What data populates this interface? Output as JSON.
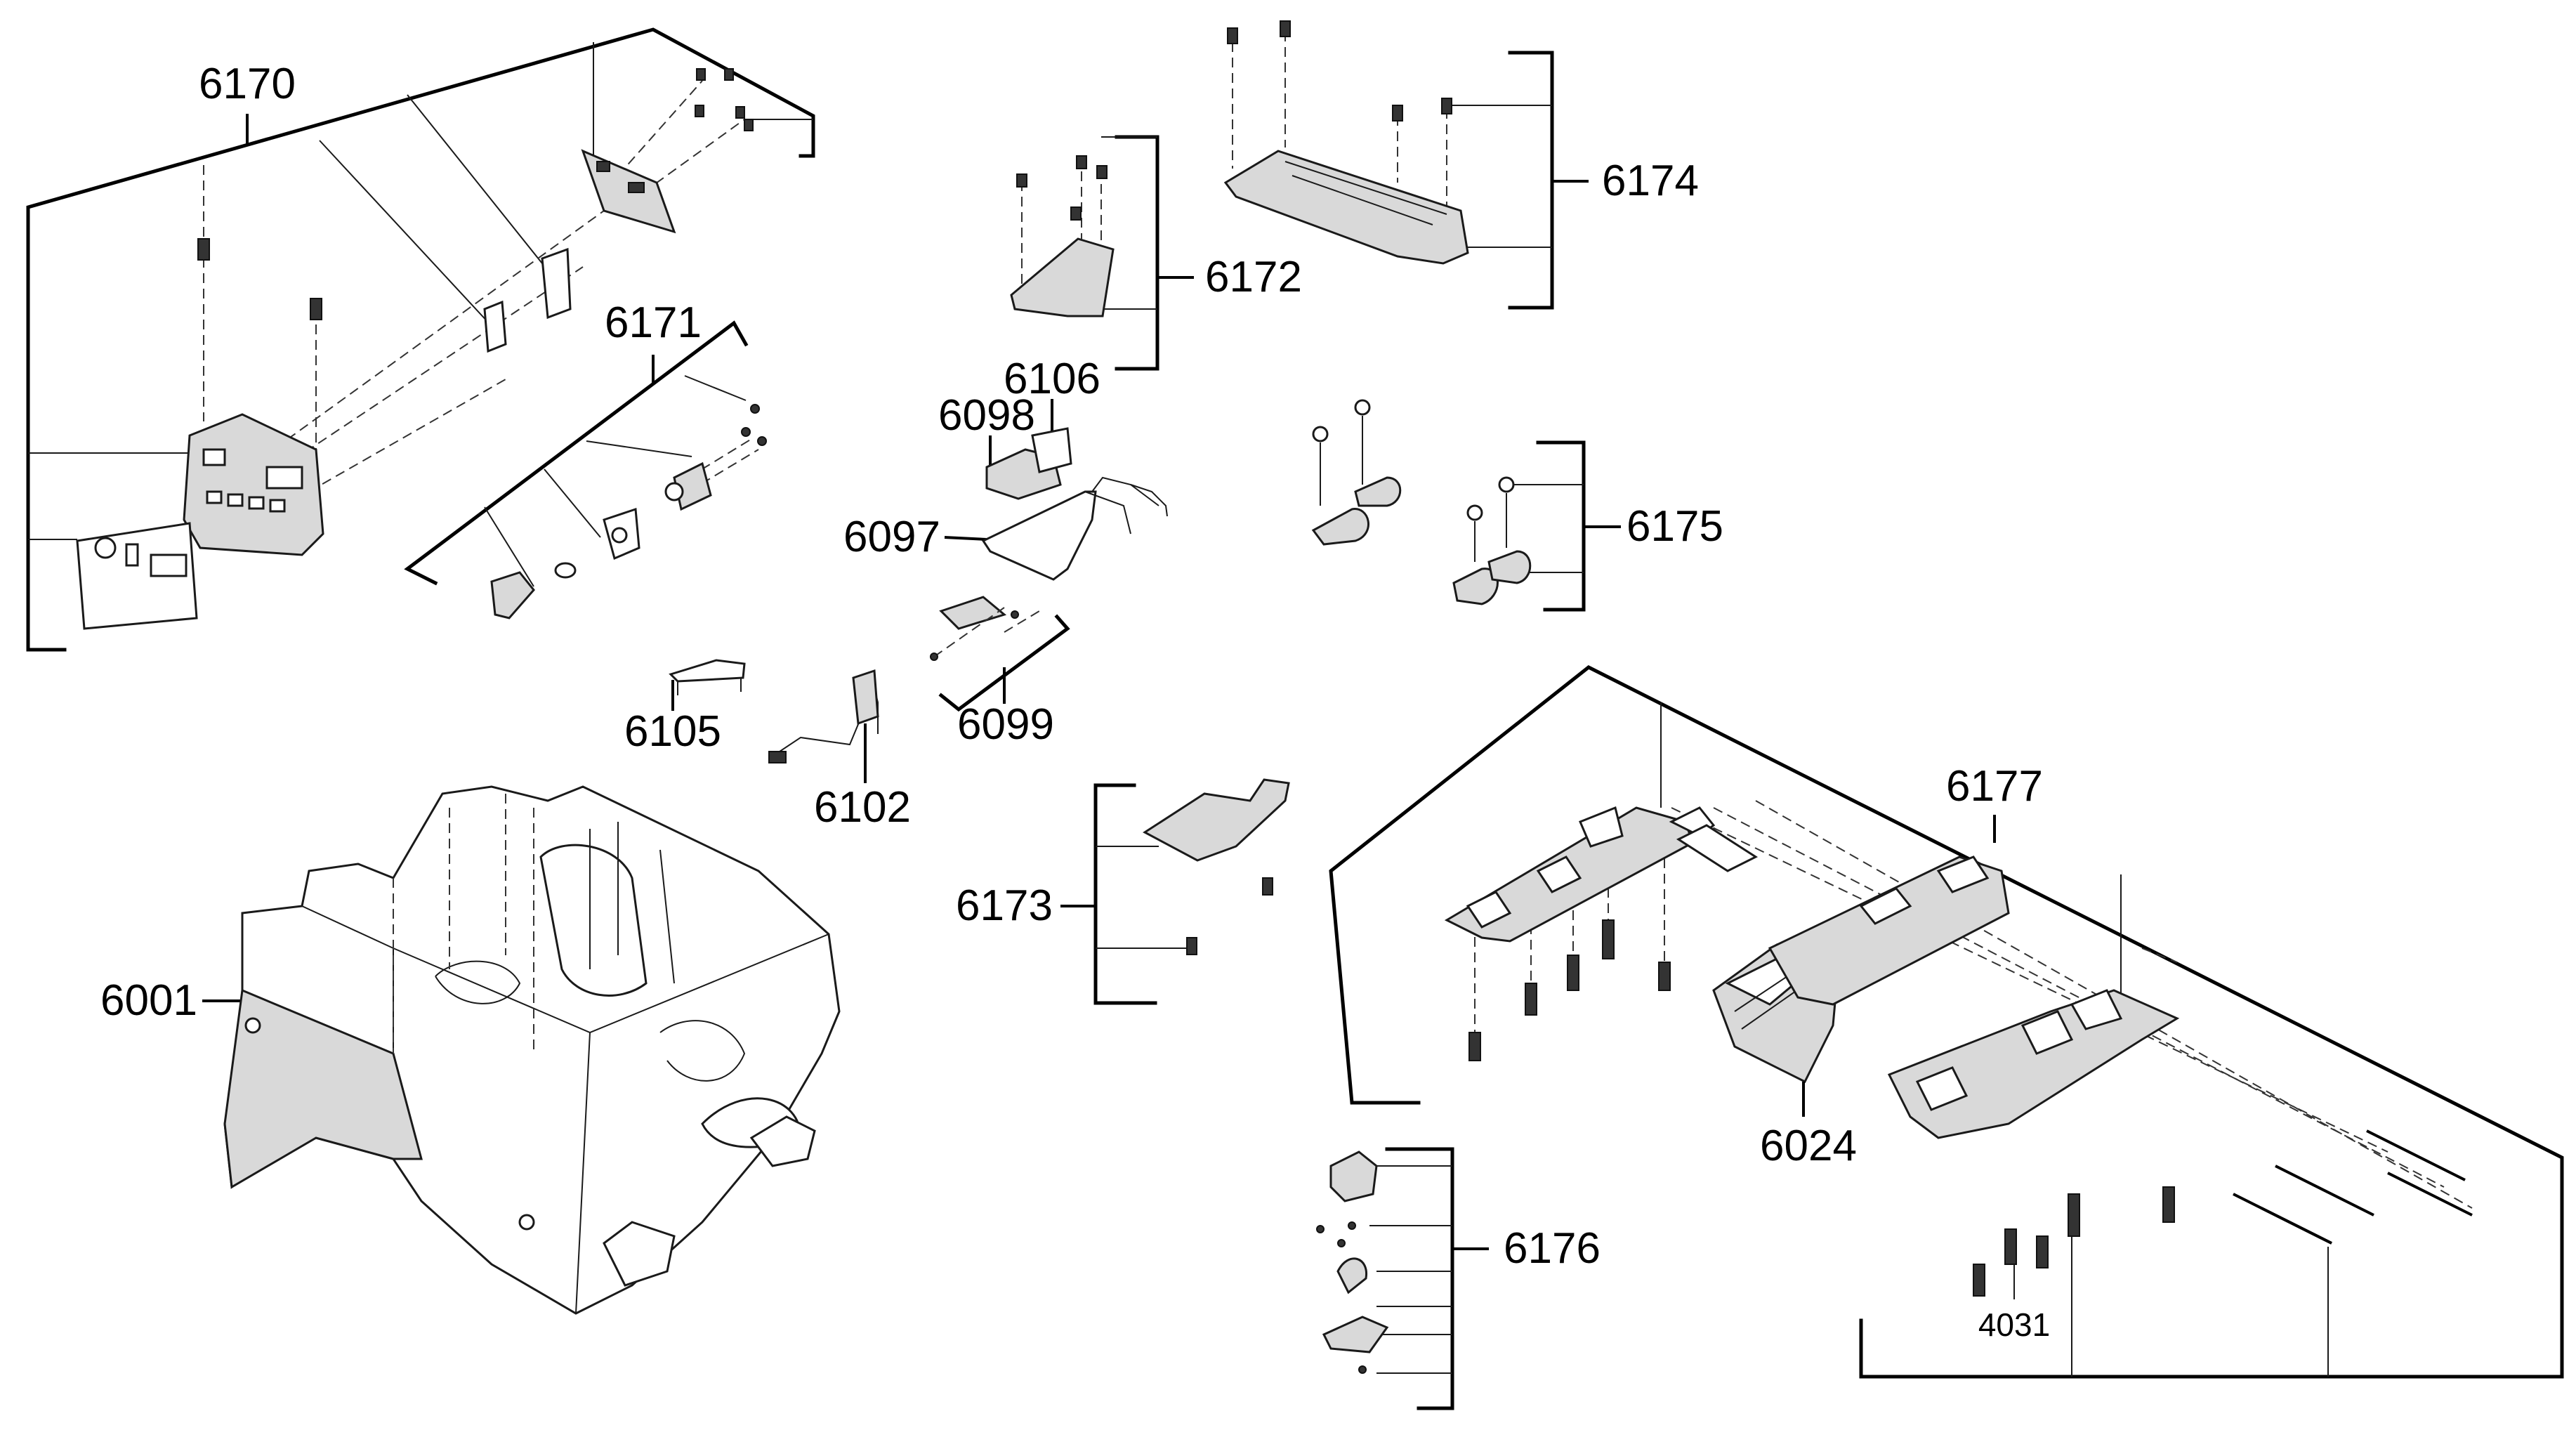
{
  "diagram": {
    "type": "exploded-parts-diagram",
    "callouts": [
      {
        "id": "6170",
        "text": "6170"
      },
      {
        "id": "6171",
        "text": "6171"
      },
      {
        "id": "6172",
        "text": "6172"
      },
      {
        "id": "6174",
        "text": "6174"
      },
      {
        "id": "6106",
        "text": "6106"
      },
      {
        "id": "6098",
        "text": "6098"
      },
      {
        "id": "6097",
        "text": "6097"
      },
      {
        "id": "6175",
        "text": "6175"
      },
      {
        "id": "6105",
        "text": "6105"
      },
      {
        "id": "6099",
        "text": "6099"
      },
      {
        "id": "6102",
        "text": "6102"
      },
      {
        "id": "6177",
        "text": "6177"
      },
      {
        "id": "6173",
        "text": "6173"
      },
      {
        "id": "6001",
        "text": "6001"
      },
      {
        "id": "6024",
        "text": "6024"
      },
      {
        "id": "6176",
        "text": "6176"
      },
      {
        "id": "4031",
        "text": "4031"
      }
    ]
  }
}
